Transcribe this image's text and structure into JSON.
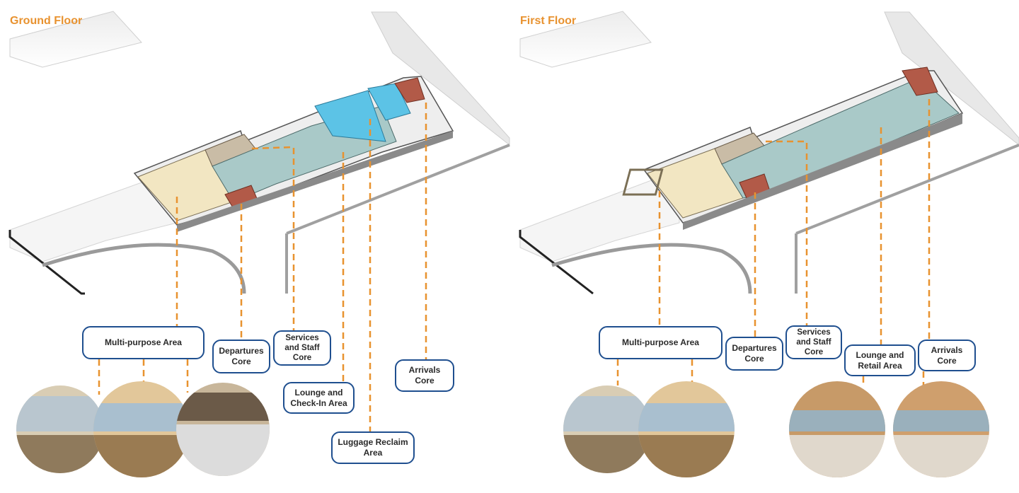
{
  "floors": [
    {
      "title": "Ground Floor",
      "labels": [
        "Multi-purpose Area",
        "Departures\nCore",
        "Services\nand Staff\nCore",
        "Lounge and\nCheck-In Area",
        "Arrivals\nCore",
        "Luggage Reclaim\nArea"
      ]
    },
    {
      "title": "First Floor",
      "labels": [
        "Multi-purpose Area",
        "Departures\nCore",
        "Services\nand Staff\nCore",
        "Lounge and\nRetail Area",
        "Arrivals\nCore"
      ]
    }
  ],
  "colors": {
    "title": "#e8922f",
    "leader_line": "#e8922f",
    "label_border": "#1f4f8f",
    "multipurpose_zone": "#f2e6c2",
    "lounge_zone": "#a9c9c8",
    "luggage_zone": "#5cc3e6",
    "core_zone": "#b25a48",
    "services_zone": "#c9bca6"
  }
}
